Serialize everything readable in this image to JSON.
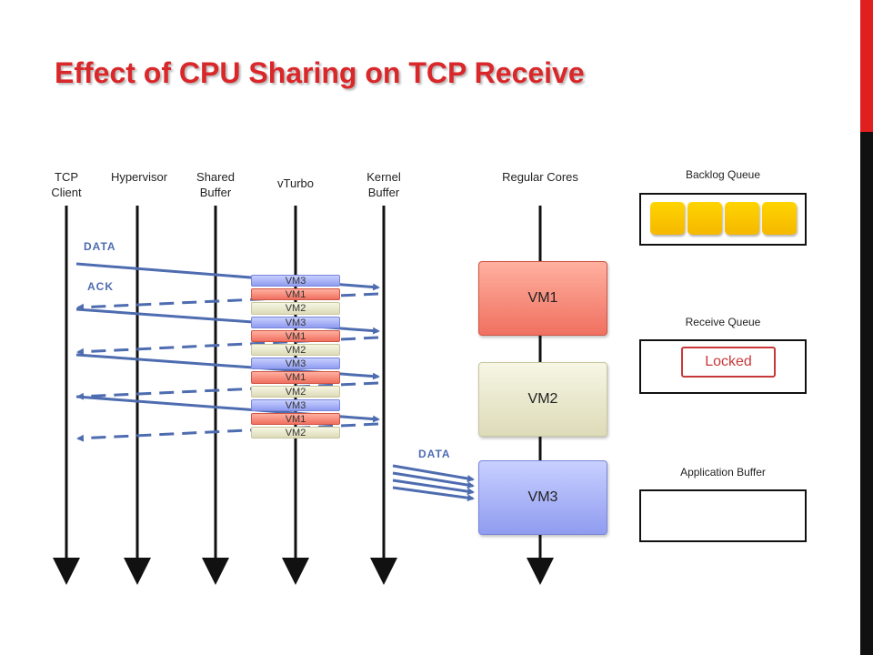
{
  "title": "Effect of CPU Sharing on TCP Receive",
  "columns": {
    "tcp_client": [
      "TCP",
      "Client"
    ],
    "hypervisor": "Hypervisor",
    "shared_buffer": [
      "Shared",
      "Buffer"
    ],
    "vturbo": "vTurbo",
    "kernel_buffer": [
      "Kernel",
      "Buffer"
    ],
    "regular_cores": "Regular Cores"
  },
  "arrows": {
    "data_label": "DATA",
    "ack_label": "ACK",
    "data_label_2": "DATA"
  },
  "vturbo_stack": [
    "VM3",
    "VM1",
    "VM2",
    "VM3",
    "VM1",
    "VM2",
    "VM3",
    "VM1",
    "VM2",
    "VM3",
    "VM1",
    "VM2"
  ],
  "cores": [
    "VM1",
    "VM2",
    "VM3"
  ],
  "queues": {
    "backlog": {
      "label": "Backlog Queue",
      "slots": 4
    },
    "receive": {
      "label": "Receive Queue",
      "status": "Locked"
    },
    "application": {
      "label": "Application Buffer"
    }
  },
  "colors": {
    "title": "#d9272a",
    "arrow": "#4e6cb0",
    "vm1": "#f07060",
    "vm2": "#dddbb8",
    "vm3": "#909cf0",
    "slot": "#f5b800",
    "locked": "#c8383a"
  }
}
